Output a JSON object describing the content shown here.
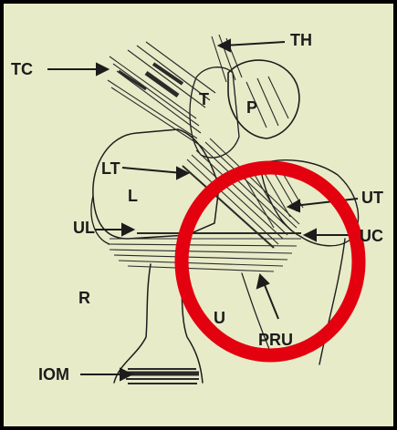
{
  "labels": {
    "th": "TH",
    "tc": "TC",
    "t": "T",
    "p": "P",
    "lt": "LT",
    "l": "L",
    "ul": "UL",
    "ut": "UT",
    "uc": "UC",
    "r": "R",
    "u": "U",
    "pru": "PRU",
    "iom": "IOM"
  },
  "colors": {
    "background": "#e8ebc8",
    "ink": "#1c1c1c",
    "highlight_circle": "#e3000f"
  }
}
